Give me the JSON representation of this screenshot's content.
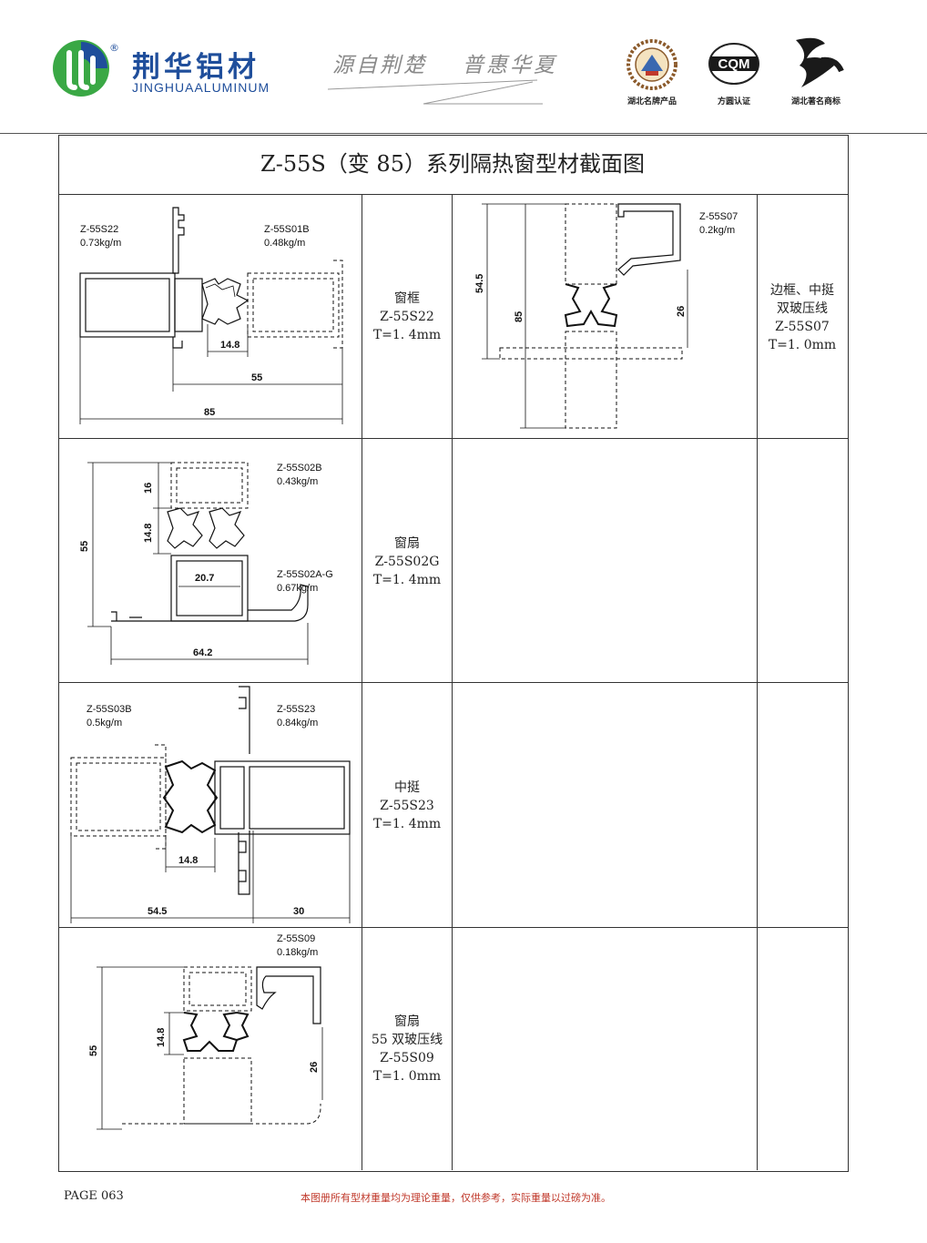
{
  "header": {
    "brand_cn": "荆华铝材",
    "brand_en": "JINGHUAALUMINUM",
    "registered": "®",
    "slogan_left": "源自荆楚",
    "slogan_right": "普惠华夏",
    "certs": [
      {
        "icon": "hubei-brand-emblem-icon",
        "label": "湖北名牌产品"
      },
      {
        "icon": "cqm-certification-icon",
        "logo_text": "CQM",
        "label": "方圆认证"
      },
      {
        "icon": "hubei-trademark-icon",
        "label": "湖北著名商标"
      }
    ],
    "colors": {
      "brand_blue": "#1f4e9b",
      "brand_green": "#3aa845",
      "slogan_gray": "#8a8a8a"
    }
  },
  "title": "Z-55S（变 85）系列隔热窗型材截面图",
  "rows": [
    {
      "drawing": {
        "labels": [
          {
            "code": "Z-55S22",
            "weight": "0.73kg/m"
          },
          {
            "code": "Z-55S01B",
            "weight": "0.48kg/m"
          }
        ],
        "dims": [
          "14.8",
          "55",
          "85"
        ]
      },
      "desc": [
        "窗框",
        "Z-55S22",
        "T=1. 4mm"
      ],
      "extra": {
        "labels": [
          {
            "code": "Z-55S07",
            "weight": "0.2kg/m"
          }
        ],
        "dims": [
          "54.5",
          "85",
          "26"
        ],
        "desc": [
          "边框、中挺",
          "双玻压线",
          "Z-55S07",
          "T=1. 0mm"
        ]
      }
    },
    {
      "drawing": {
        "labels": [
          {
            "code": "Z-55S02B",
            "weight": "0.43kg/m"
          },
          {
            "code": "Z-55S02A-G",
            "weight": "0.67kg/m"
          }
        ],
        "dims": [
          "16",
          "14.8",
          "55",
          "20.7",
          "64.2"
        ]
      },
      "desc": [
        "窗扇",
        "Z-55S02G",
        "T=1. 4mm"
      ]
    },
    {
      "drawing": {
        "labels": [
          {
            "code": "Z-55S03B",
            "weight": "0.5kg/m"
          },
          {
            "code": "Z-55S23",
            "weight": "0.84kg/m"
          }
        ],
        "dims": [
          "14.8",
          "54.5",
          "30"
        ]
      },
      "desc": [
        "中挺",
        "Z-55S23",
        "T=1. 4mm"
      ]
    },
    {
      "drawing": {
        "labels": [
          {
            "code": "Z-55S09",
            "weight": "0.18kg/m"
          }
        ],
        "dims": [
          "14.8",
          "55",
          "26"
        ]
      },
      "desc": [
        "窗扇",
        "55 双玻压线",
        "Z-55S09",
        "T=1. 0mm"
      ]
    }
  ],
  "footer": {
    "page": "PAGE 063",
    "note": "本图册所有型材重量均为理论重量，仅供参考，实际重量以过磅为准。"
  }
}
